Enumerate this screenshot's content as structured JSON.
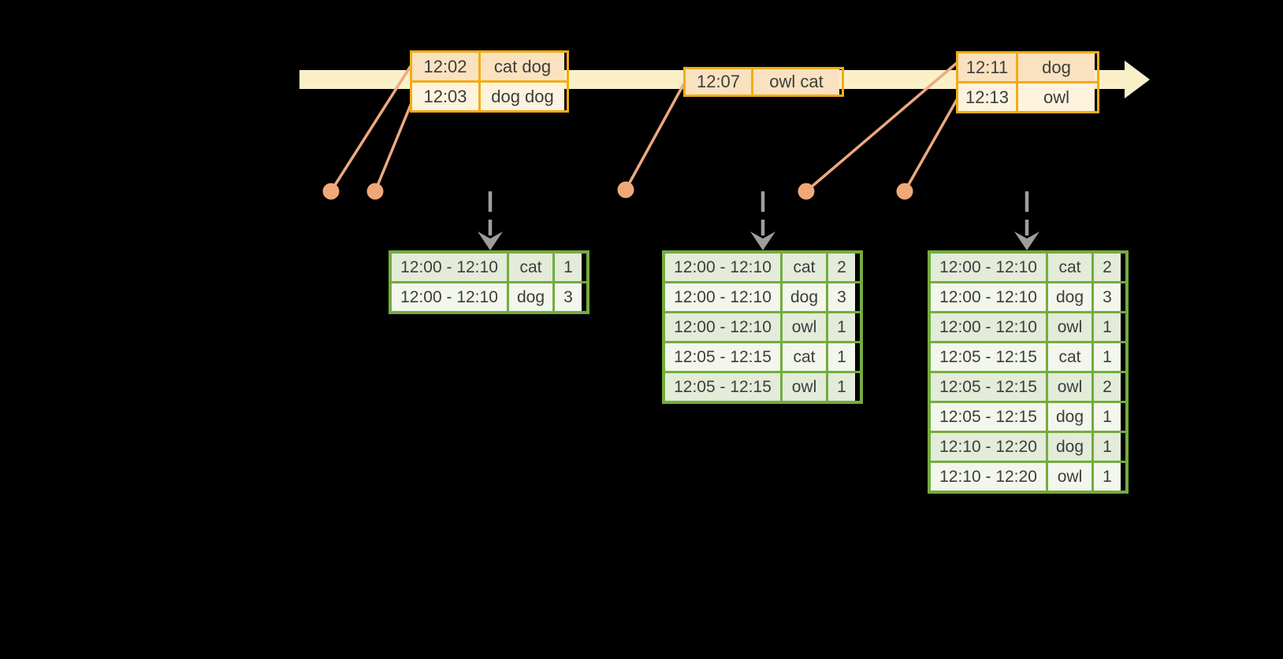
{
  "canvas": {
    "background": "#000000"
  },
  "timeline": {
    "name": "event-time-arrow",
    "band_color": "#FAF0C8"
  },
  "event_tables": [
    {
      "id": "events-12-02",
      "rows": [
        [
          "12:02",
          "cat dog"
        ],
        [
          "12:03",
          "dog dog"
        ]
      ]
    },
    {
      "id": "events-12-07",
      "rows": [
        [
          "12:07",
          "owl cat"
        ]
      ]
    },
    {
      "id": "events-12-11",
      "rows": [
        [
          "12:11",
          "dog"
        ],
        [
          "12:13",
          "owl"
        ]
      ]
    }
  ],
  "result_tables": [
    {
      "id": "result-1",
      "rows": [
        [
          "12:00 - 12:10",
          "cat",
          "1"
        ],
        [
          "12:00 - 12:10",
          "dog",
          "3"
        ]
      ]
    },
    {
      "id": "result-2",
      "rows": [
        [
          "12:00 - 12:10",
          "cat",
          "2"
        ],
        [
          "12:00 - 12:10",
          "dog",
          "3"
        ],
        [
          "12:00 - 12:10",
          "owl",
          "1"
        ],
        [
          "12:05 - 12:15",
          "cat",
          "1"
        ],
        [
          "12:05 - 12:15",
          "owl",
          "1"
        ]
      ]
    },
    {
      "id": "result-3",
      "rows": [
        [
          "12:00 - 12:10",
          "cat",
          "2"
        ],
        [
          "12:00 - 12:10",
          "dog",
          "3"
        ],
        [
          "12:00 - 12:10",
          "owl",
          "1"
        ],
        [
          "12:05 - 12:15",
          "cat",
          "1"
        ],
        [
          "12:05 - 12:15",
          "owl",
          "2"
        ],
        [
          "12:05 - 12:15",
          "dog",
          "1"
        ],
        [
          "12:10 - 12:20",
          "dog",
          "1"
        ],
        [
          "12:10 - 12:20",
          "owl",
          "1"
        ]
      ]
    }
  ],
  "icons": {
    "timeline_arrowhead": "right-arrow",
    "dashed_down_arrows": "down-arrow"
  },
  "colors": {
    "timeline_band": "#FAF0C8",
    "event_table_border": "#F2AC13",
    "event_row_fill_dark": "#FAE2C0",
    "event_row_fill_light": "#FDF3DE",
    "connector_line": "#EDA97E",
    "connector_dot": "#F1A878",
    "dashed_arrow": "#9E9E9E",
    "result_table_border": "#74AC3D",
    "result_row_fill_dark": "#E3EBD9",
    "result_row_fill_light": "#F2F6EC",
    "text": "#3D3D3D"
  }
}
